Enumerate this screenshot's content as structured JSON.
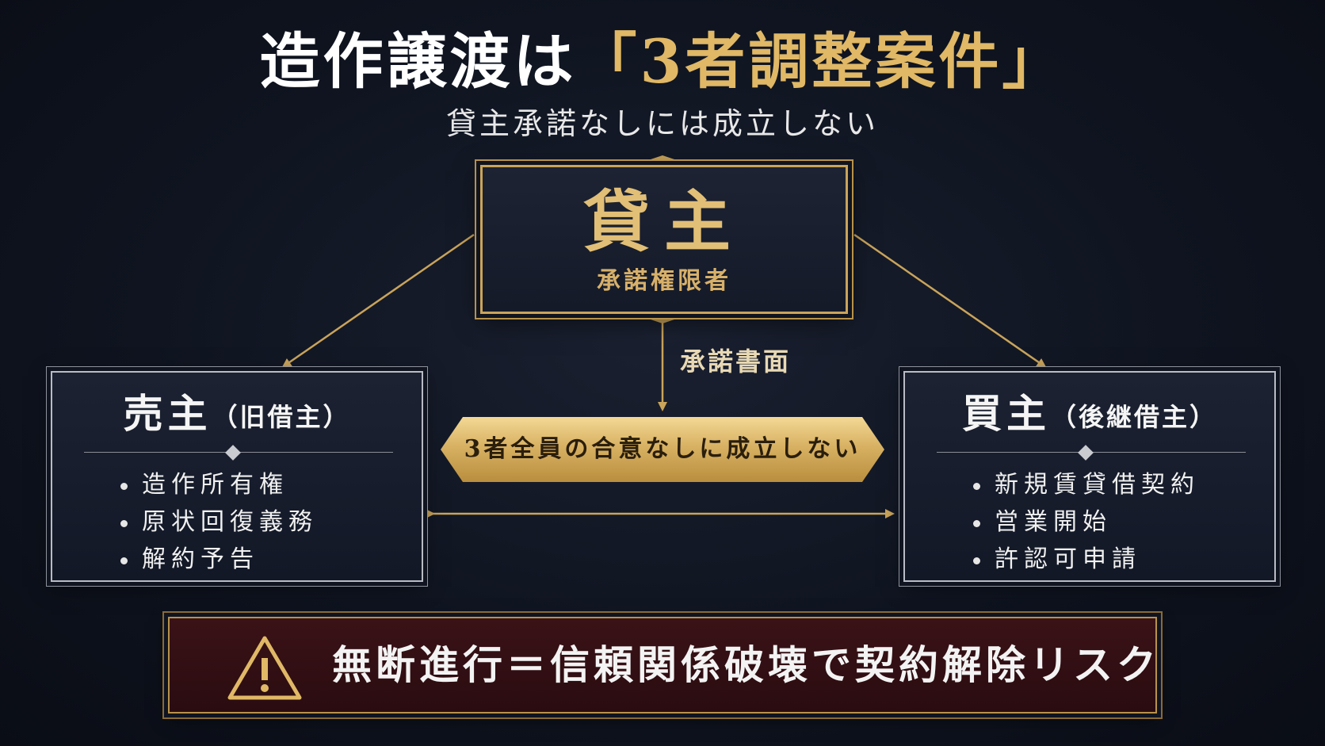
{
  "title": {
    "main": "造作譲渡は",
    "highlight": "「3者調整案件」"
  },
  "subtitle": "貸主承諾なしには成立しない",
  "lender": {
    "name": "貸主",
    "role": "承諾権限者"
  },
  "approval_label": "承諾書面",
  "seller": {
    "name": "売主",
    "qualifier": "（旧借主）",
    "items": [
      "造作所有権",
      "原状回復義務",
      "解約予告"
    ]
  },
  "buyer": {
    "name": "買主",
    "qualifier": "（後継借主）",
    "items": [
      "新規賃貸借契約",
      "営業開始",
      "許認可申請"
    ]
  },
  "consent_banner": "3者全員の合意なしに成立しない",
  "warning": {
    "icon": "warning-triangle-icon",
    "text": "無断進行＝信頼関係破壊で契約解除リスク"
  },
  "colors": {
    "gold": "#e0b866",
    "background": "#0f1420",
    "warning_bg": "#2a0c10"
  }
}
